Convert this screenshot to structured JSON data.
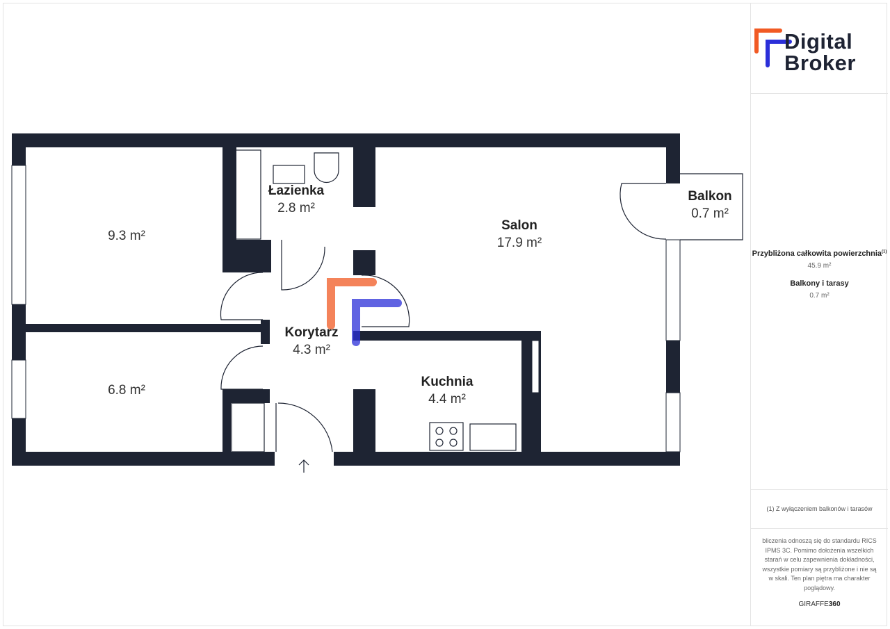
{
  "logo": {
    "line1": "Digital",
    "line2": "Broker",
    "accent_orange": "#f15a24",
    "accent_blue": "#2b2fd9"
  },
  "rooms": [
    {
      "name": "",
      "area": "9.3 m²"
    },
    {
      "name": "",
      "area": "6.8 m²"
    },
    {
      "name": "Łazienka",
      "area": "2.8 m²"
    },
    {
      "name": "Korytarz",
      "area": "4.3 m²"
    },
    {
      "name": "Salon",
      "area": "17.9 m²"
    },
    {
      "name": "Kuchnia",
      "area": "4.4 m²"
    },
    {
      "name": "Balkon",
      "area": "0.7 m²"
    }
  ],
  "summary": {
    "total_label": "Przybliżona całkowita powierzchnia",
    "total_sup": "(1)",
    "total_value": "45.9 m²",
    "balcony_label": "Balkony i tarasy",
    "balcony_value": "0.7 m²"
  },
  "footnote": "(1) Z wyłączeniem balkonów i tarasów",
  "disclaimer": "bliczenia odnoszą się do standardu RICS IPMS 3C. Pomimo dołożenia wszelkich starań w celu zapewnienia dokładności, wszystkie pomiary są przybliżone i nie są w skali. Ten plan piętra ma charakter poglądowy.",
  "brand": {
    "a": "GIRAFFE",
    "b": "360"
  },
  "colors": {
    "wall": "#1e2433"
  }
}
